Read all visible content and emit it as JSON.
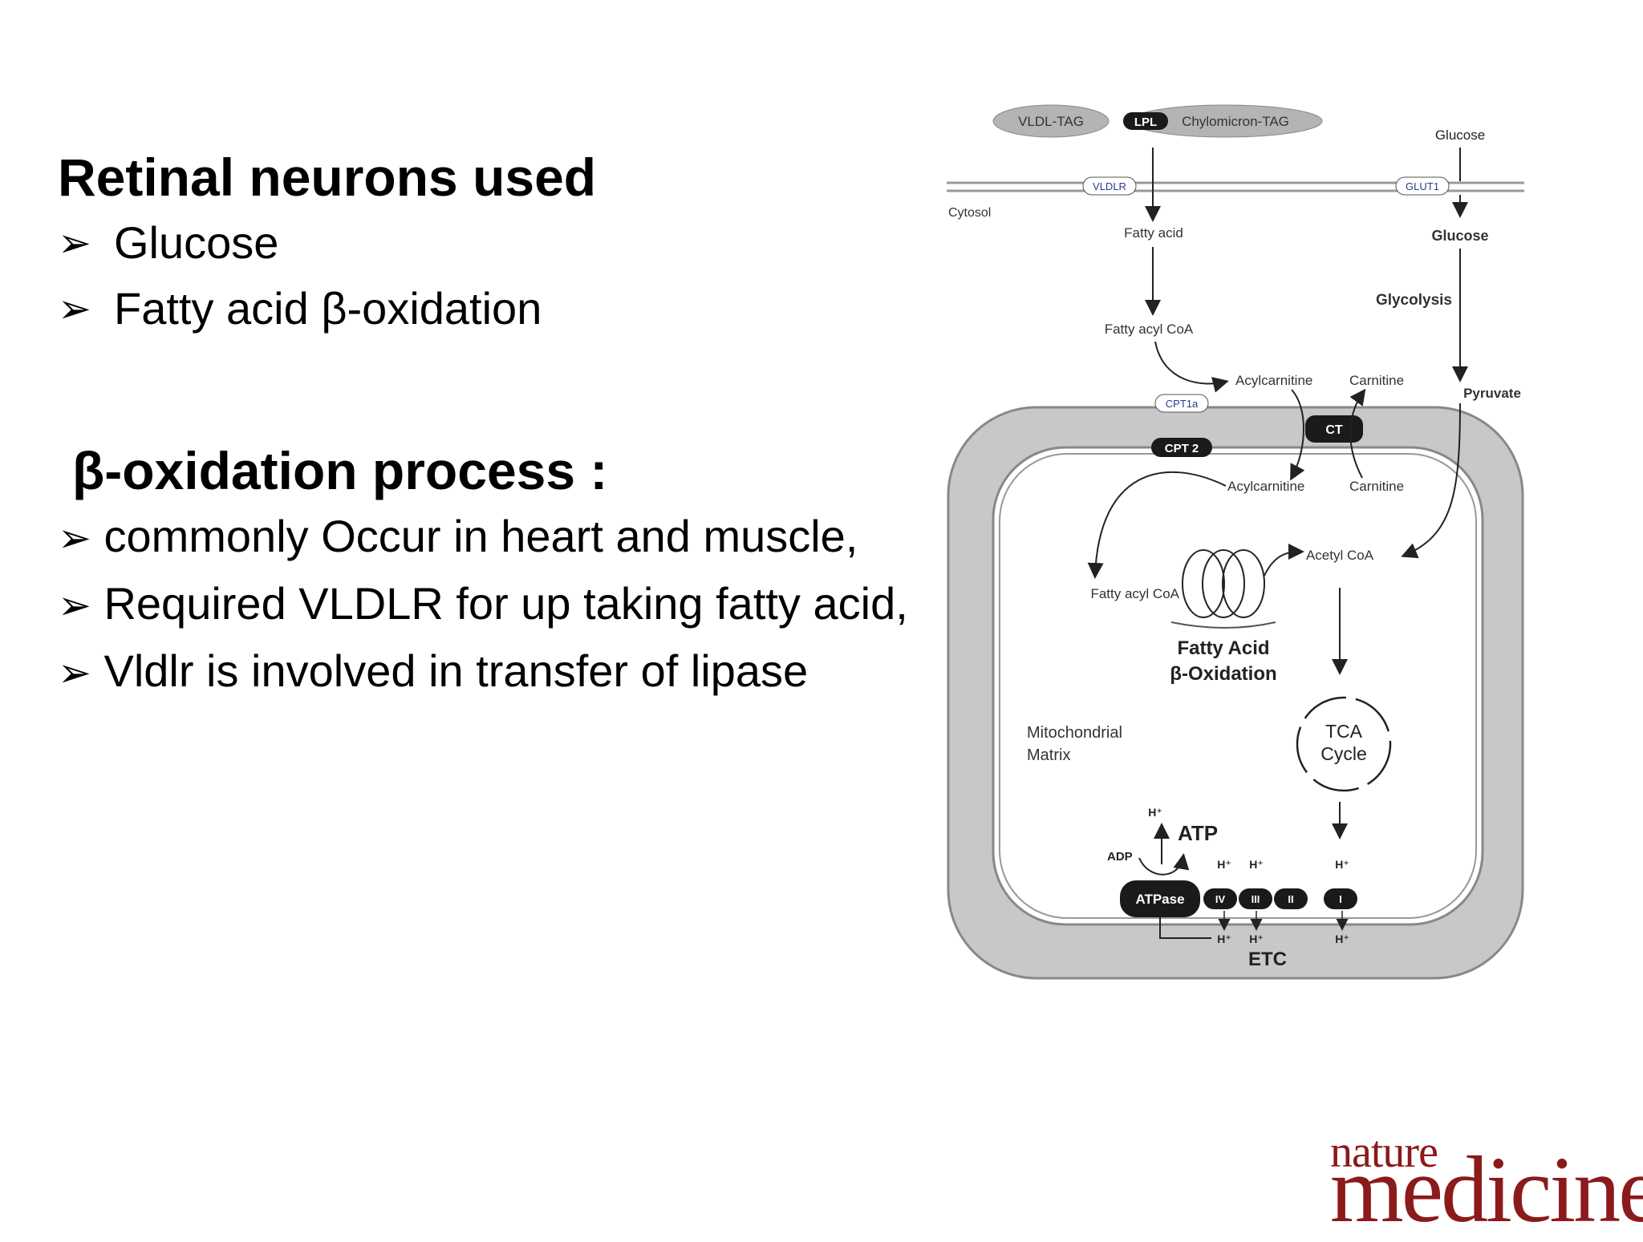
{
  "text": {
    "heading1": "Retinal neurons used",
    "bullets1": [
      "Glucose",
      "Fatty acid β-oxidation"
    ],
    "heading2": "β-oxidation process :",
    "bullets2": [
      "commonly Occur in heart and muscle,",
      "Required VLDLR for up taking fatty acid,",
      "Vldlr is involved in transfer of lipase"
    ],
    "bullet_glyph": "➢"
  },
  "diagram": {
    "vldl_tag": "VLDL-TAG",
    "lpl": "LPL",
    "chylomicron_tag": "Chylomicron-TAG",
    "glucose_out": "Glucose",
    "vldlr": "VLDLR",
    "glut1": "GLUT1",
    "cytosol": "Cytosol",
    "fatty_acid": "Fatty acid",
    "glucose_in": "Glucose",
    "glycolysis": "Glycolysis",
    "fatty_acyl_coa": "Fatty acyl CoA",
    "acylcarnitine_top": "Acylcarnitine",
    "carnitine_top": "Carnitine",
    "pyruvate": "Pyruvate",
    "cpt1a": "CPT1a",
    "ct": "CT",
    "cpt2": "CPT 2",
    "acylcarnitine_bottom": "Acylcarnitine",
    "carnitine_bottom": "Carnitine",
    "acetyl_coa": "Acetyl CoA",
    "fatty_acyl_coa_matrix": "Fatty acyl CoA",
    "fao_line1": "Fatty Acid",
    "fao_line2": "β-Oxidation",
    "matrix_line1": "Mitochondrial",
    "matrix_line2": "Matrix",
    "tca_line1": "TCA",
    "tca_line2": "Cycle",
    "h_plus": "H⁺",
    "atp": "ATP",
    "adp": "ADP",
    "atpase": "ATPase",
    "complex_iv": "IV",
    "complex_iii": "III",
    "complex_ii": "II",
    "complex_i": "I",
    "etc": "ETC"
  },
  "logo": {
    "line1": "nature",
    "line2": "medicine"
  },
  "colors": {
    "logo": "#8b1a1a",
    "membrane": "#bdbdbd",
    "dark": "#1a1a1a",
    "label_blue": "#2b3a8c"
  }
}
